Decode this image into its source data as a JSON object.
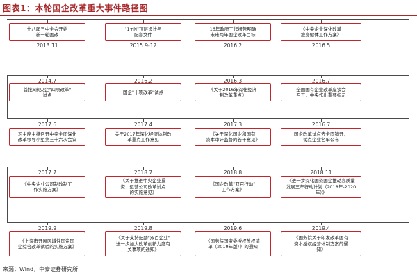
{
  "title": "图表1：本轮国企改革重大事件路径图",
  "source": "来源：Wind，中泰证券研究所",
  "colors": {
    "accent": "#c0272d",
    "title": "#a8292c",
    "connector": "#4a4a4a"
  },
  "rows": [
    {
      "events": [
        {
          "date": "2013.11",
          "text": "十八届三中全会开始\n新一轮国改"
        },
        {
          "date": "2015.9-12",
          "text": "\"1+N\"顶层设计与\n配套文件"
        },
        {
          "date": "2016.2",
          "text": "16年政府工作报告明确\n未来两年国企改革目标"
        },
        {
          "date": "2016.5",
          "text": "《中央企业深化改革\n瘦身健体工作方案》"
        }
      ]
    },
    {
      "events": [
        {
          "date": "2014.7",
          "text": "首批6家央企\"四项改革\"\n试点"
        },
        {
          "date": "2016.2",
          "text": "国企\"十项改革\"试点"
        },
        {
          "date": "2016.3",
          "text": "《关于2016年深化经济\n制改革重点》"
        },
        {
          "date": "2016.7",
          "text": "全国国有企业改革座谈会\n召开，中央作出重要指示"
        }
      ]
    },
    {
      "events": [
        {
          "date": "2017.6",
          "text": "习主席主持召开中央全面深化\n改革领导小组第三十六次会议"
        },
        {
          "date": "2017.4",
          "text": "关于2017年深化经济体制改\n革重点工作意见"
        },
        {
          "date": "2017.3",
          "text": "《关于深化国企和国有\n资本审计监督的若干意见》"
        },
        {
          "date": "2016.7",
          "text": "国企改革试点去全面铺开，\n试点企业名单公布"
        }
      ]
    },
    {
      "events": [
        {
          "date": "2017.7",
          "text": "《中央企业公司制改制工\n作实施方案》"
        },
        {
          "date": "2018.7",
          "text": "《关于推进中央企业投\n资、运营公司改革试点\n的实施意见》"
        },
        {
          "date": "2018.8",
          "text": "《国企改革\"双百行动\"\n工作方案》"
        },
        {
          "date": "2018.11",
          "text": "《进一步深化国资国企推动高质量\n发展三年行动计划（2018年-2020\n年）》"
        }
      ]
    },
    {
      "events": [
        {
          "date": "2019.9",
          "text": "《上海市开展区域性国资国\n企综合改革试验的实施方案》"
        },
        {
          "date": "2019.8",
          "text": "《关于支持鼓励\"双百企业\"\n进一步加大改革创新力度有\n关事项的通知》"
        },
        {
          "date": "2019.6",
          "text": "《国务院国资委授权放权清\n单（2019年版）》的通知"
        },
        {
          "date": "2019.4",
          "text": "《国务院关于印发改革国有\n资本授权经营体制方案的通\n知》"
        }
      ]
    }
  ]
}
